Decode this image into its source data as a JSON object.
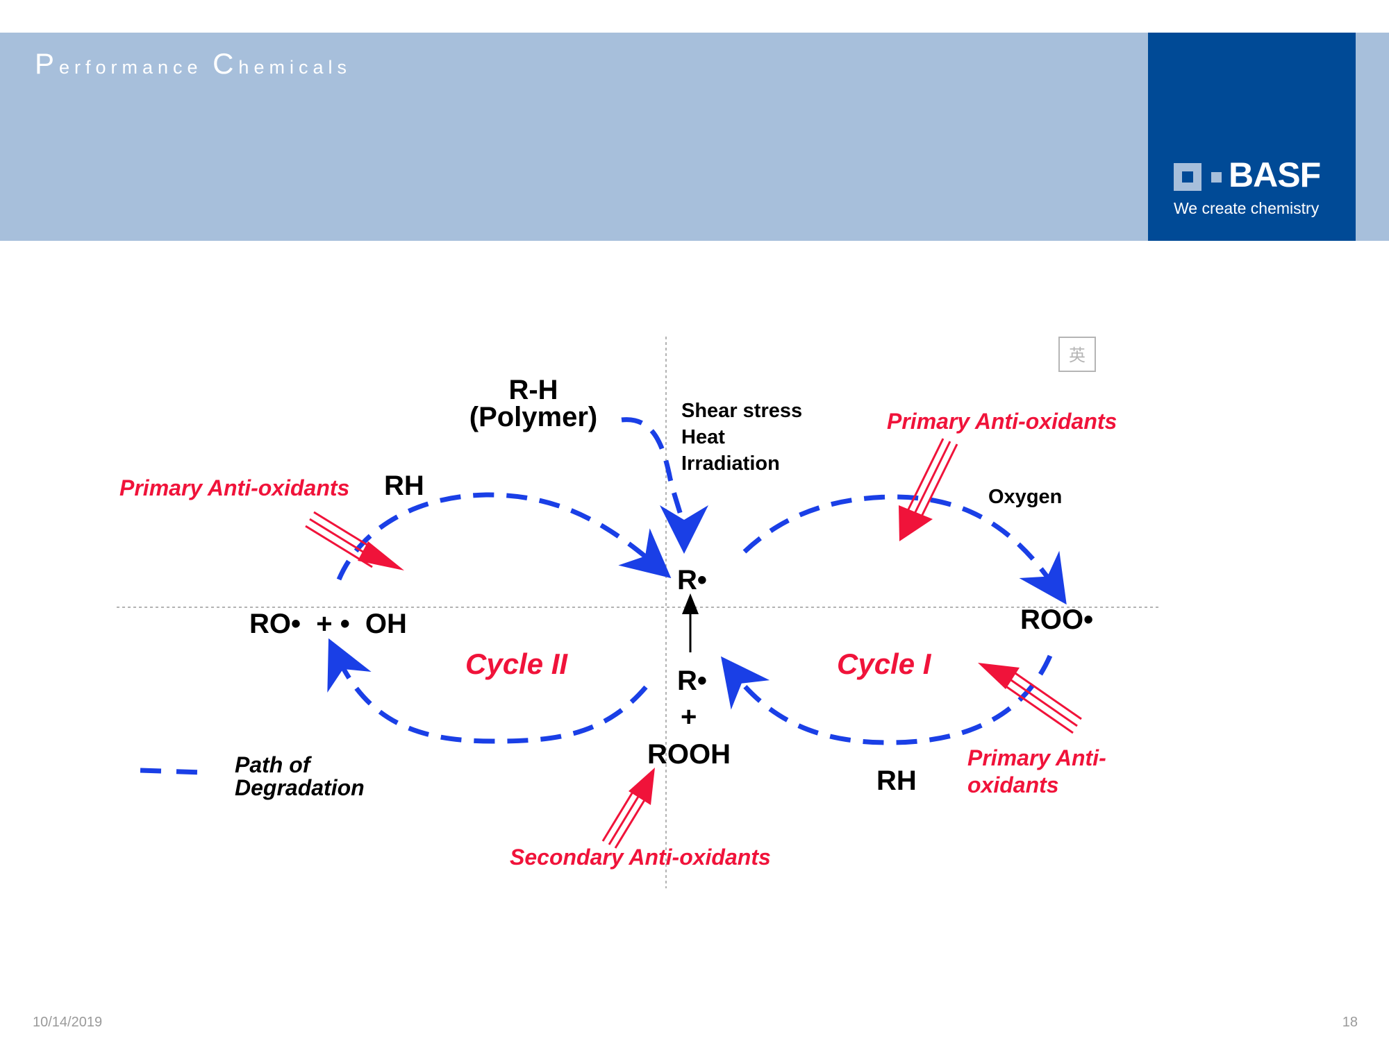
{
  "header": {
    "title_parts": [
      {
        "cap": "P",
        "rest": "erformance "
      },
      {
        "cap": "C",
        "rest": "hemicals"
      }
    ]
  },
  "logo": {
    "wordmark": "BASF",
    "tagline": "We create chemistry"
  },
  "diagram": {
    "top_species_line1": "R-H",
    "top_species_line2": "(Polymer)",
    "initiators": [
      "Shear stress",
      "Heat",
      "Irradiation"
    ],
    "oxygen": "Oxygen",
    "radical_top": "R•",
    "radical_bottom": "R•",
    "plus": "+",
    "hydroperoxide": "ROOH",
    "peroxy_radical": "ROO•",
    "alkoxy_products": "RO•  + •  OH",
    "rh_left": "RH",
    "rh_right": "RH",
    "cycle_1": "Cycle I",
    "cycle_2": "Cycle II",
    "primary_ao_top_left": "Primary Anti-oxidants",
    "primary_ao_top_right": "Primary Anti-oxidants",
    "primary_ao_bottom_right_line1": "Primary Anti-",
    "primary_ao_bottom_right_line2": "oxidants",
    "secondary_ao": "Secondary Anti-oxidants",
    "legend_line1": "Path of",
    "legend_line2": "Degradation",
    "corner_icon_glyph": "英",
    "colors": {
      "degradation_path": "#1a3fe6",
      "antioxidant": "#f0133a",
      "text": "#000000"
    }
  },
  "footer": {
    "date": "10/14/2019",
    "page": "18"
  }
}
